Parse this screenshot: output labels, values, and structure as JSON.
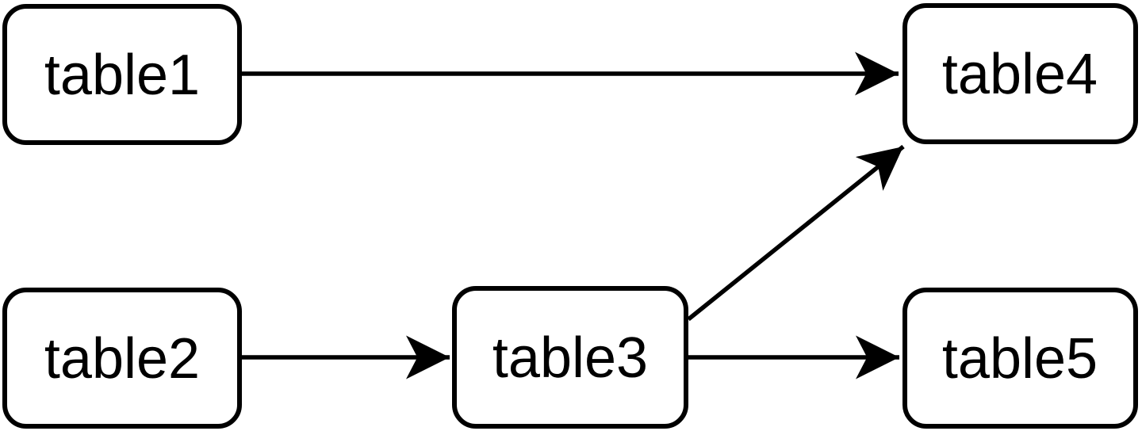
{
  "diagram": {
    "type": "flow-diagram",
    "background_color": "#ffffff",
    "node_fill_color": "#ffffff",
    "node_border_color": "#000000",
    "label_color": "#000000",
    "edge_color": "#000000",
    "arrowhead_style": "classic-concave-filled",
    "nodes": [
      {
        "id": "table1",
        "label": "table1"
      },
      {
        "id": "table2",
        "label": "table2"
      },
      {
        "id": "table3",
        "label": "table3"
      },
      {
        "id": "table4",
        "label": "table4"
      },
      {
        "id": "table5",
        "label": "table5"
      }
    ],
    "edges": [
      {
        "from": "table1",
        "to": "table4"
      },
      {
        "from": "table2",
        "to": "table3"
      },
      {
        "from": "table3",
        "to": "table4"
      },
      {
        "from": "table3",
        "to": "table5"
      }
    ]
  }
}
